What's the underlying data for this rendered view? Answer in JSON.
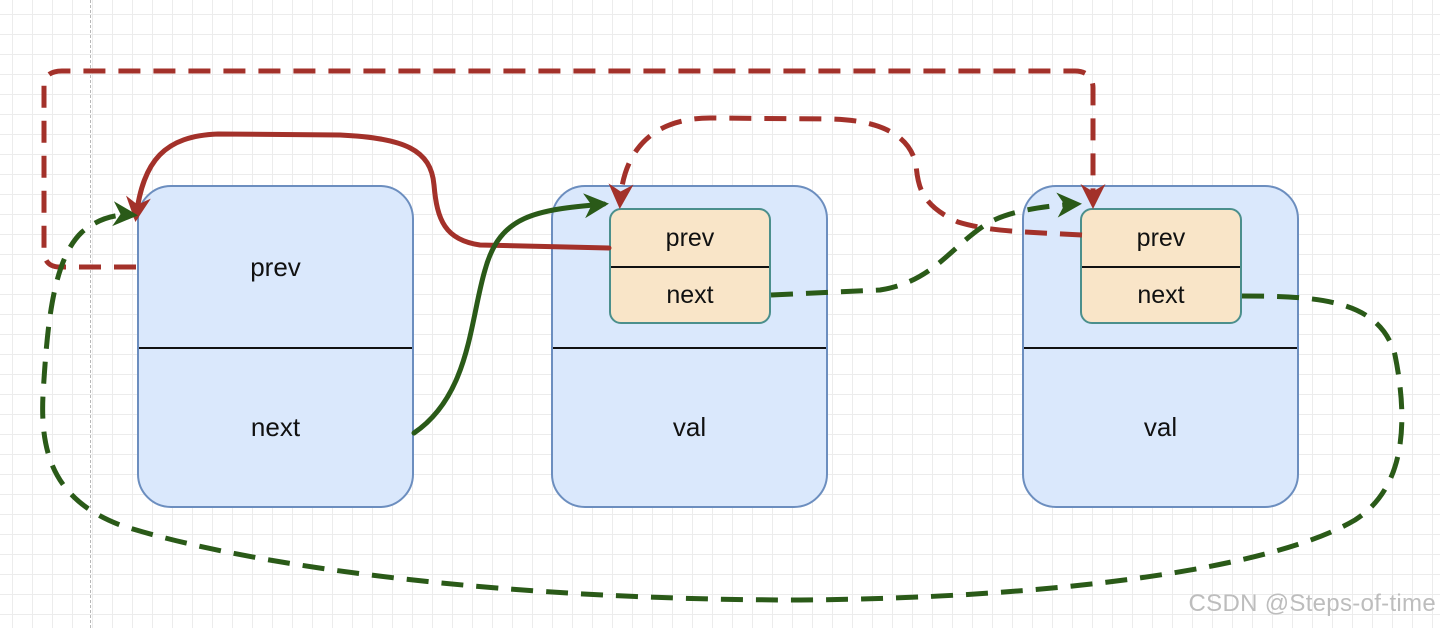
{
  "nodes": [
    {
      "top_label": "prev",
      "bottom_label": "next"
    },
    {
      "inner_top_label": "prev",
      "inner_bottom_label": "next",
      "bottom_label": "val"
    },
    {
      "inner_top_label": "prev",
      "inner_bottom_label": "next",
      "bottom_label": "val"
    }
  ],
  "colors": {
    "prev_link": "#a3312a",
    "next_link": "#2a5a18",
    "node_fill": "#dae8fc",
    "node_stroke": "#6c8ebf",
    "inner_fill": "#f9e5c8",
    "inner_stroke": "#4b8f8c"
  },
  "watermark": "CSDN @Steps-of-time"
}
